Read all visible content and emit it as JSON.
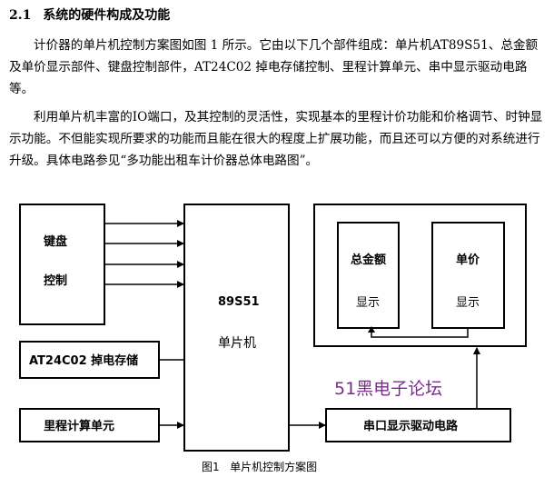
{
  "section": {
    "number": "2.1",
    "title": "系统的硬件构成及功能"
  },
  "paragraphs": [
    "计价器的单片机控制方案图如图 1 所示。它由以下几个部件组成：单片机AT89S51、总金额及单价显示部件、键盘控制部件，AT24C02 掉电存储控制、里程计算单元、串中显示驱动电路等。",
    "利用单片机丰富的IO端口，及其控制的灵活性，实现基本的里程计价功能和价格调节、时钟显示功能。不但能实现所要求的功能而且能在很大的程度上扩展功能，而且还可以方便的对系统进行升级。具体电路参见“多功能出租车计价器总体电路图”。"
  ],
  "diagram": {
    "keyboard_line1": "键盘",
    "keyboard_line2": "控制",
    "mcu_model": "89S51",
    "mcu_name": "单片机",
    "eeprom": "AT24C02 掉电存储",
    "mileage": "里程计算单元",
    "total_line1": "总金额",
    "total_line2": "显示",
    "price_line1": "单价",
    "price_line2": "显示",
    "serial_driver": "串口显示驱动电路",
    "watermark": "51黑电子论坛",
    "caption": "图1   单片机控制方案图"
  }
}
